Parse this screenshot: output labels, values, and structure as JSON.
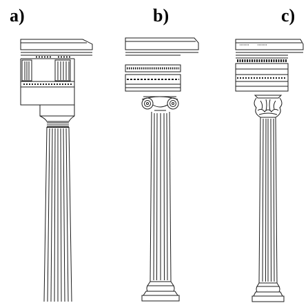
{
  "panels": [
    {
      "id": "a",
      "label": "a)"
    },
    {
      "id": "b",
      "label": "b)"
    },
    {
      "id": "c",
      "label": "c)"
    }
  ],
  "colors": {
    "ink": "#1a1a1a",
    "paper": "#ffffff"
  }
}
